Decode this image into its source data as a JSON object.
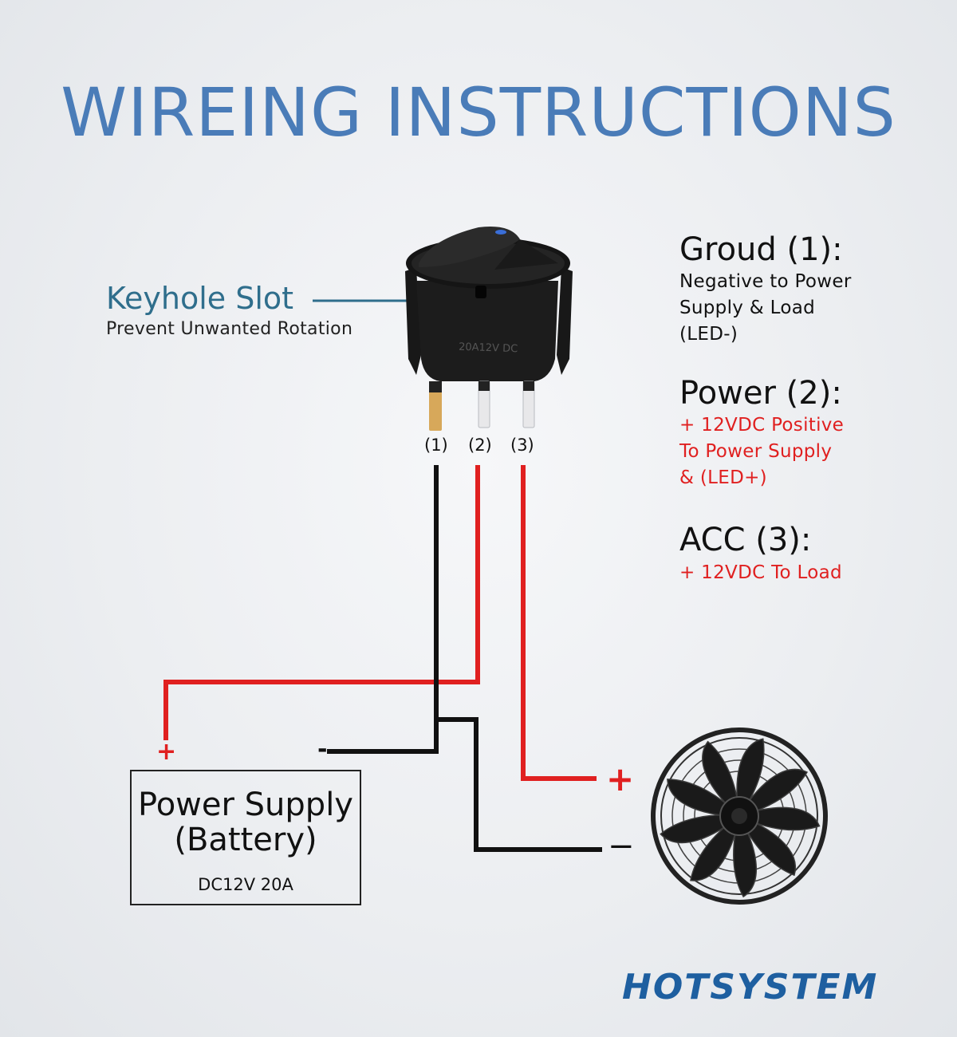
{
  "title": "WIREING INSTRUCTIONS",
  "keyhole": {
    "title": "Keyhole Slot",
    "subtitle": "Prevent Unwanted Rotation"
  },
  "switch": {
    "body_text": "20A12V DC",
    "pin_labels": [
      "(1)",
      "(2)",
      "(3)"
    ]
  },
  "sections": [
    {
      "title": "Groud (1):",
      "lines": [
        "Negative to Power",
        "Supply & Load",
        "(LED-)"
      ],
      "color": "#111111"
    },
    {
      "title": "Power (2):",
      "lines": [
        "+ 12VDC Positive",
        "To Power Supply",
        "& (LED+)"
      ],
      "color": "#e02020"
    },
    {
      "title": "ACC (3):",
      "lines": [
        "+ 12VDC To Load"
      ],
      "color": "#e02020"
    }
  ],
  "power_supply": {
    "line1": "Power Supply",
    "line2": "(Battery)",
    "rating": "DC12V 20A",
    "plus": "+",
    "minus": "-"
  },
  "load": {
    "icon": "fan-icon",
    "plus": "+",
    "minus": "−"
  },
  "logo": "HOTSYSTEM",
  "colors": {
    "title": "#4a7cb8",
    "keyhole": "#2f6e8c",
    "wire_red": "#e02020",
    "wire_black": "#111111",
    "logo": "#1e5fa0"
  }
}
